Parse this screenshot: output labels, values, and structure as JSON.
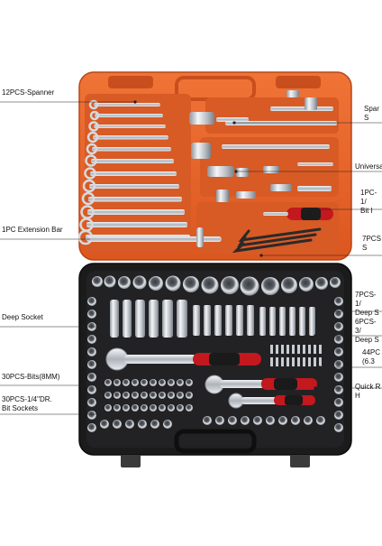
{
  "product": {
    "colors": {
      "upper_tray": "#e8622b",
      "lower_tray": "#1a1a1a",
      "chrome": "#cfd3d8",
      "handle_red": "#d21f2b"
    }
  },
  "labels_left": [
    {
      "id": "spanner",
      "text": "12PCS-Spanner"
    },
    {
      "id": "extension-bar",
      "text": "1PC Extension Bar"
    },
    {
      "id": "deep-socket",
      "text": "Deep Socket"
    },
    {
      "id": "bits-8mm",
      "text": "30PCS-Bits(8MM)"
    },
    {
      "id": "bit-sockets",
      "text": "30PCS-1/4\"DR.\nBit Sockets"
    }
  ],
  "labels_right": [
    {
      "id": "spar",
      "text": "Spar\nS"
    },
    {
      "id": "universal",
      "text": "Universa"
    },
    {
      "id": "bit-holder",
      "text": "1PC-1/\nBit I"
    },
    {
      "id": "seven-pcs-s",
      "text": "7PCS\nS"
    },
    {
      "id": "deep-s-1",
      "text": "7PCS-1/\nDeep S"
    },
    {
      "id": "deep-s-2",
      "text": "6PCS-3/\nDeep S"
    },
    {
      "id": "bits-44",
      "text": "44PC\n(6.3"
    },
    {
      "id": "quick-r",
      "text": "Quick R\nH"
    }
  ]
}
